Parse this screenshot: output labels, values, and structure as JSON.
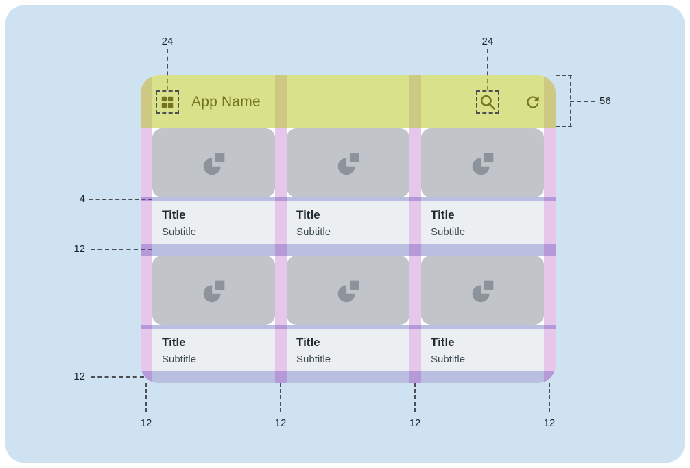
{
  "appbar": {
    "title": "App Name",
    "nav_icon": "grid-icon",
    "action_icons": [
      "search-icon",
      "refresh-icon"
    ]
  },
  "grid": {
    "cards": [
      {
        "title": "Title",
        "subtitle": "Subtitle",
        "media_icon": "image-placeholder-icon"
      },
      {
        "title": "Title",
        "subtitle": "Subtitle",
        "media_icon": "image-placeholder-icon"
      },
      {
        "title": "Title",
        "subtitle": "Subtitle",
        "media_icon": "image-placeholder-icon"
      },
      {
        "title": "Title",
        "subtitle": "Subtitle",
        "media_icon": "image-placeholder-icon"
      },
      {
        "title": "Title",
        "subtitle": "Subtitle",
        "media_icon": "image-placeholder-icon"
      },
      {
        "title": "Title",
        "subtitle": "Subtitle",
        "media_icon": "image-placeholder-icon"
      }
    ]
  },
  "annotations": {
    "nav_icon_size": "24",
    "search_icon_size": "24",
    "appbar_height": "56",
    "media_text_gap": "4",
    "row_gutter": "12",
    "bottom_margin": "12",
    "bottom_gutters": [
      "12",
      "12",
      "12",
      "12"
    ]
  },
  "colors": {
    "page_background": "#cfe2f1",
    "appbar_highlight": "#d9e28b",
    "margin_highlight": "#e6cbee",
    "spacing_highlight": "#bac4e8",
    "media_placeholder": "#c1c4c8",
    "olive_accent": "#75751f"
  }
}
